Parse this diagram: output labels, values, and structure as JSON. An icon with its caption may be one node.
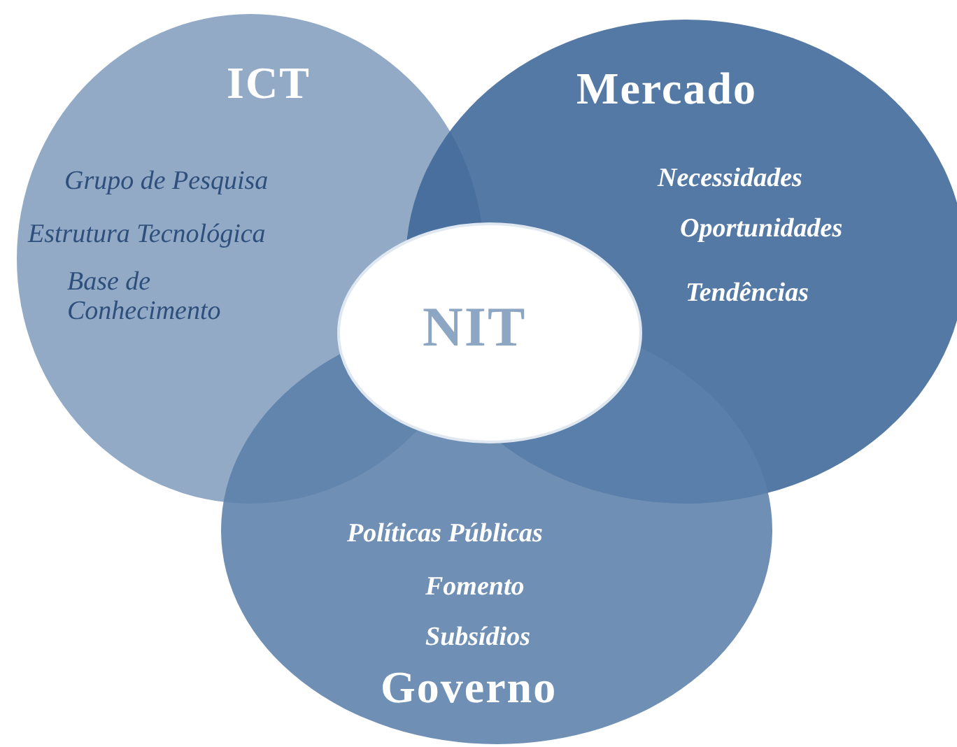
{
  "diagram": {
    "nodes": [
      {
        "text": [
          "ICT",
          "Grupo de Pesquisa",
          "Estrutura Tecnológica",
          "Base de Conhecimento"
        ]
      },
      {
        "text": [
          "Mercado",
          "Necessidades",
          "Oportunidades",
          "Tendências"
        ]
      },
      {
        "text": [
          "NIT"
        ]
      },
      {
        "text": [
          "Políticas Públicas",
          "Fomento",
          "Subsídios",
          "Governo"
        ]
      }
    ]
  }
}
